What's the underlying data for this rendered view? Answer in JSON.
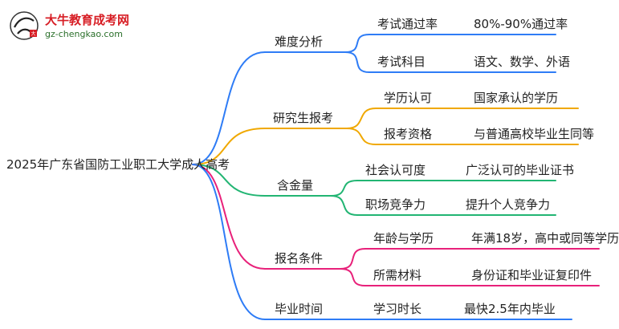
{
  "logo": {
    "title": "大牛教育成考网",
    "url": "gz-chengkao.com",
    "icon": "calligraphy-seal-icon",
    "seal_text": "大牛"
  },
  "root": {
    "label": "2025年广东省国防工业职工大学成人高考"
  },
  "branches": [
    {
      "label": "难度分析",
      "color": "#2e7cf6",
      "children": [
        {
          "label": "考试通过率",
          "value": "80%-90%通过率"
        },
        {
          "label": "考试科目",
          "value": "语文、数学、外语"
        }
      ]
    },
    {
      "label": "研究生报考",
      "color": "#f0a800",
      "children": [
        {
          "label": "学历认可",
          "value": "国家承认的学历"
        },
        {
          "label": "报考资格",
          "value": "与普通高校毕业生同等"
        }
      ]
    },
    {
      "label": "含金量",
      "color": "#22b573",
      "children": [
        {
          "label": "社会认可度",
          "value": "广泛认可的毕业证书"
        },
        {
          "label": "职场竞争力",
          "value": "提升个人竞争力"
        }
      ]
    },
    {
      "label": "报名条件",
      "color": "#e8217a",
      "children": [
        {
          "label": "年龄与学历",
          "value": "年满18岁，高中或同等学历"
        },
        {
          "label": "所需材料",
          "value": "身份证和毕业证复印件"
        }
      ]
    },
    {
      "label": "毕业时间",
      "color": "#2e7cf6",
      "children": [
        {
          "label": "学习时长",
          "value": "最快2.5年内毕业"
        }
      ]
    }
  ]
}
